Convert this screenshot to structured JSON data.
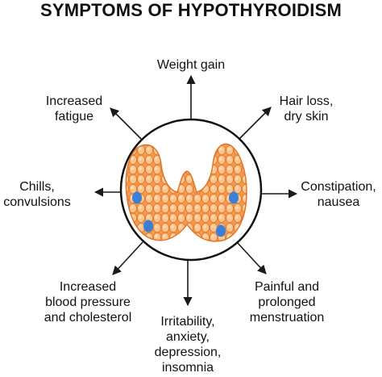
{
  "title": "SYMPTOMS OF HYPOTHYROIDISM",
  "colors": {
    "arrow": "#1a1a1a",
    "circle_stroke": "#111111",
    "thyroid": "#f0883e",
    "thyroid_light": "#fbc48a",
    "nodule": "#3b7fd6"
  },
  "symptoms": {
    "weight_gain": "Weight gain",
    "hair_loss": "Hair loss,\ndry skin",
    "constipation": "Constipation,\nnausea",
    "menstruation": "Painful and\nprolonged\nmenstruation",
    "irritability": "Irritability,\nanxiety,\ndepression,\ninsomnia",
    "blood_pressure": "Increased\nblood pressure\nand cholesterol",
    "chills": "Chills,\nconvulsions",
    "fatigue": "Increased\nfatigue"
  }
}
